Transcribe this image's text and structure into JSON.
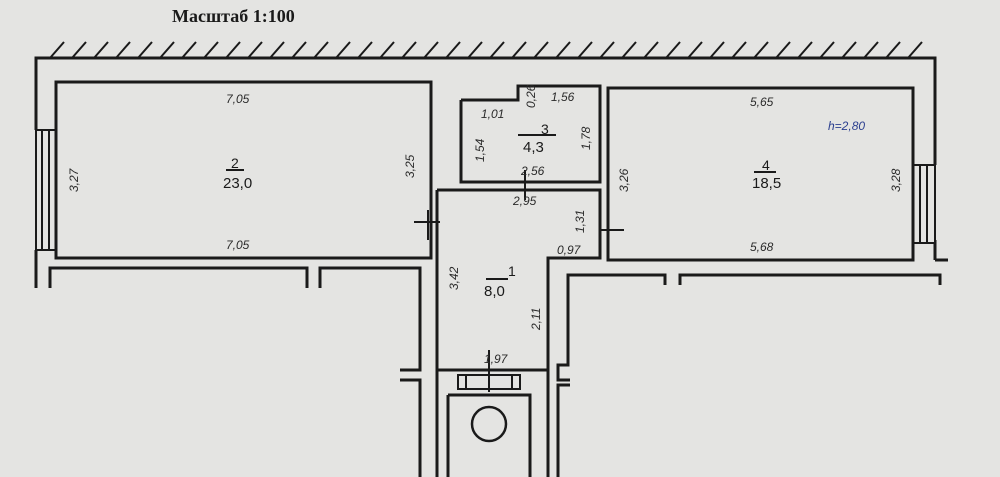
{
  "title": "Масштаб 1:100",
  "ceiling_height": "h=2,80",
  "rooms": [
    {
      "number": "2",
      "area": "23,0"
    },
    {
      "number": "3",
      "area": "4,3"
    },
    {
      "number": "4",
      "area": "18,5"
    },
    {
      "number": "1",
      "area": "8,0"
    }
  ],
  "dims": {
    "r2_top": "7,05",
    "r2_bottom": "7,05",
    "r2_left": "3,27",
    "r2_right": "3,25",
    "r3_a": "1,01",
    "r3_b": "0,26",
    "r3_c": "1,56",
    "r3_left": "1,54",
    "r3_right": "1,78",
    "r3_bottom": "2,56",
    "r4_top": "5,65",
    "r4_bottom": "5,68",
    "r4_left": "3,26",
    "r4_right": "3,28",
    "hall_top": "2,95",
    "hall_door": "1,31",
    "hall_step": "0,97",
    "hall_left": "3,42",
    "hall_right": "2,11",
    "hall_bottom": "1,97"
  }
}
